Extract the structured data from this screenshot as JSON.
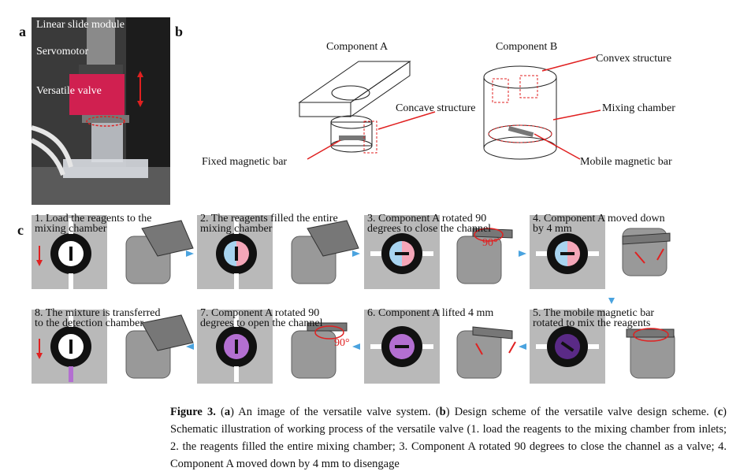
{
  "panels": {
    "a": "a",
    "b": "b",
    "c": "c"
  },
  "panel_a": {
    "labels": [
      "Linear slide module",
      "Servomotor",
      "Versatile valve"
    ]
  },
  "panel_b": {
    "component_a": "Component A",
    "component_b": "Component B",
    "concave": "Concave structure",
    "fixed_bar": "Fixed magnetic bar",
    "convex": "Convex structure",
    "mixing": "Mixing chamber",
    "mobile_bar": "Mobile magnetic bar"
  },
  "steps": [
    {
      "l1": "1. Load the reagents to the",
      "l2": "mixing chamber"
    },
    {
      "l1": "2. The reagents filled the entire",
      "l2": "mixing chamber"
    },
    {
      "l1": "3. Component A rotated 90",
      "l2": "degrees to close the channel"
    },
    {
      "l1": "4. Component A moved down",
      "l2": "by 4 mm"
    },
    {
      "l1": "5. The mobile magnetic bar",
      "l2": "rotated to mix the reagents"
    },
    {
      "l1": "6. Component A lifted 4 mm",
      "l2": ""
    },
    {
      "l1": "7. Component A rotated 90",
      "l2": "degrees to open the channel"
    },
    {
      "l1": "8. The mixture is transferred",
      "l2": "to the detection chamber"
    }
  ],
  "angle_label": "90°",
  "caption": {
    "fig": "Figure 3.",
    "line1_a": " (",
    "a": "a",
    "line1_b": ") An image of the versatile valve system. (",
    "b": "b",
    "line1_c": ") Design scheme of the versatile valve design scheme. (",
    "c": "c",
    "line1_d": ") Schematic illustration of working process of the versatile valve (1. load the reagents to the mixing chamber from inlets; 2. the reagents filled the entire mixing chamber; 3. Component A rotated 90 degrees to close the channel as a valve; 4. Component A moved down by 4 mm to disengage"
  },
  "colors": {
    "pink": "#f4a6b8",
    "blue": "#a8d4f0",
    "purple": "#b36fd1",
    "darkpurple": "#5a2a86",
    "red": "#e02020",
    "arrow": "#4aa3df"
  }
}
